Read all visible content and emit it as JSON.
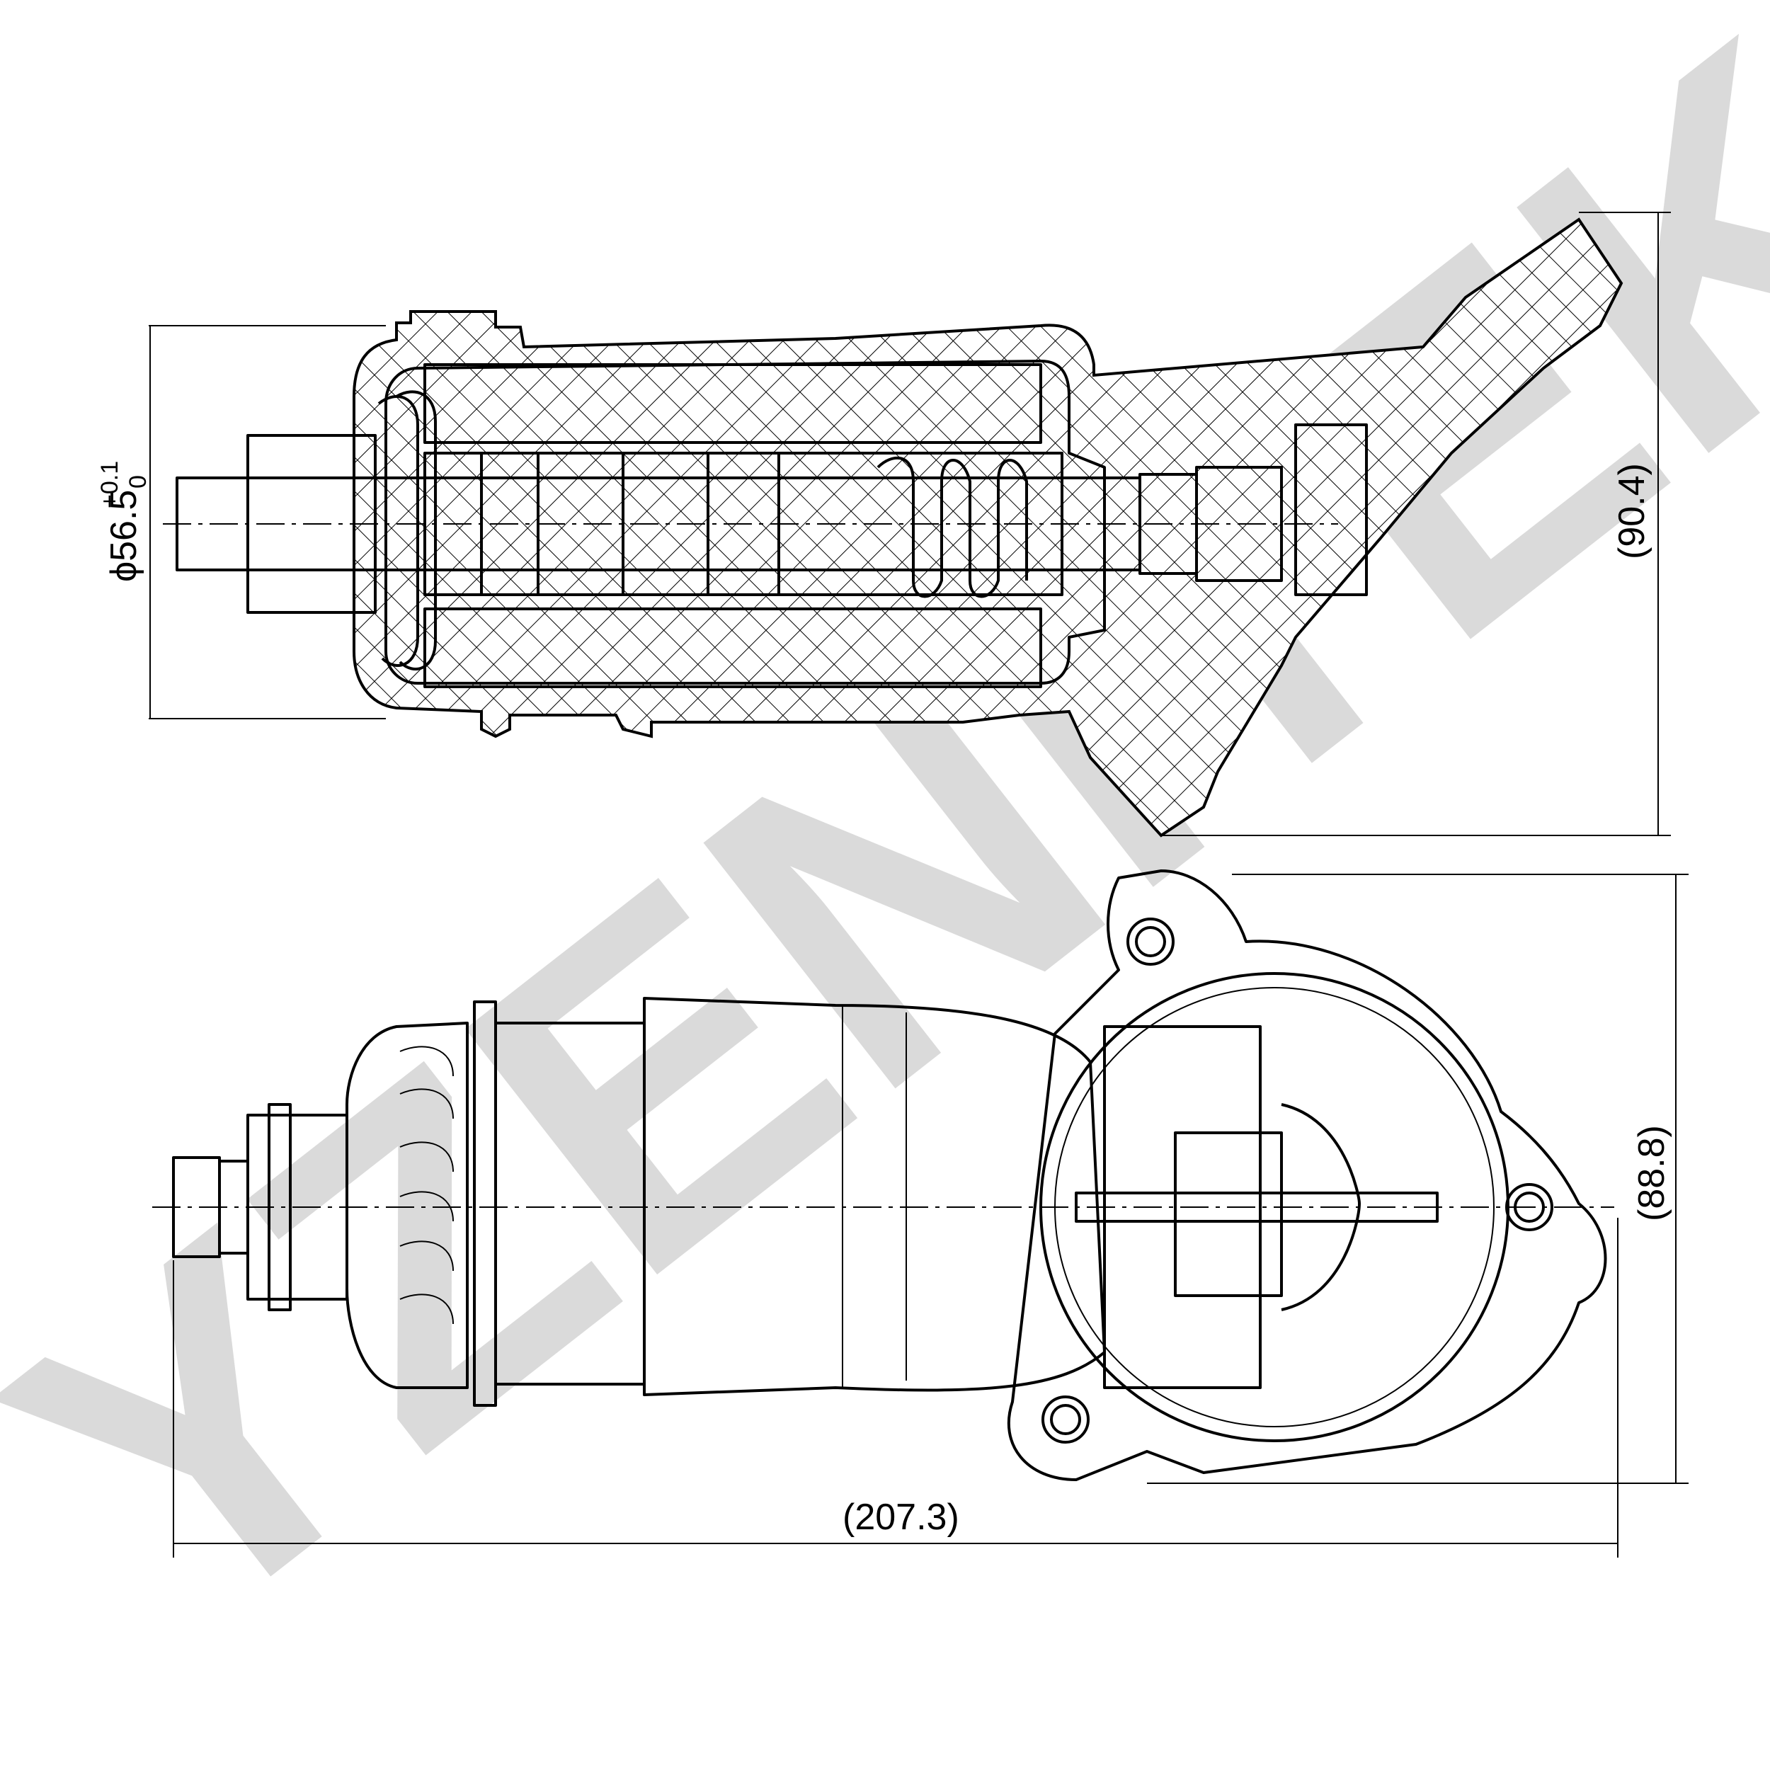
{
  "watermark": {
    "text": "YZENITEK",
    "color": "#d9d9d9"
  },
  "dimensions": {
    "diameter": "ϕ56.5",
    "tolerance_upper": "+0.1",
    "tolerance_lower": "0",
    "height_section": "(90.4)",
    "height_view": "(88.8)",
    "overall_length": "(207.3)"
  },
  "colors": {
    "line": "#000000",
    "background": "#ffffff"
  }
}
